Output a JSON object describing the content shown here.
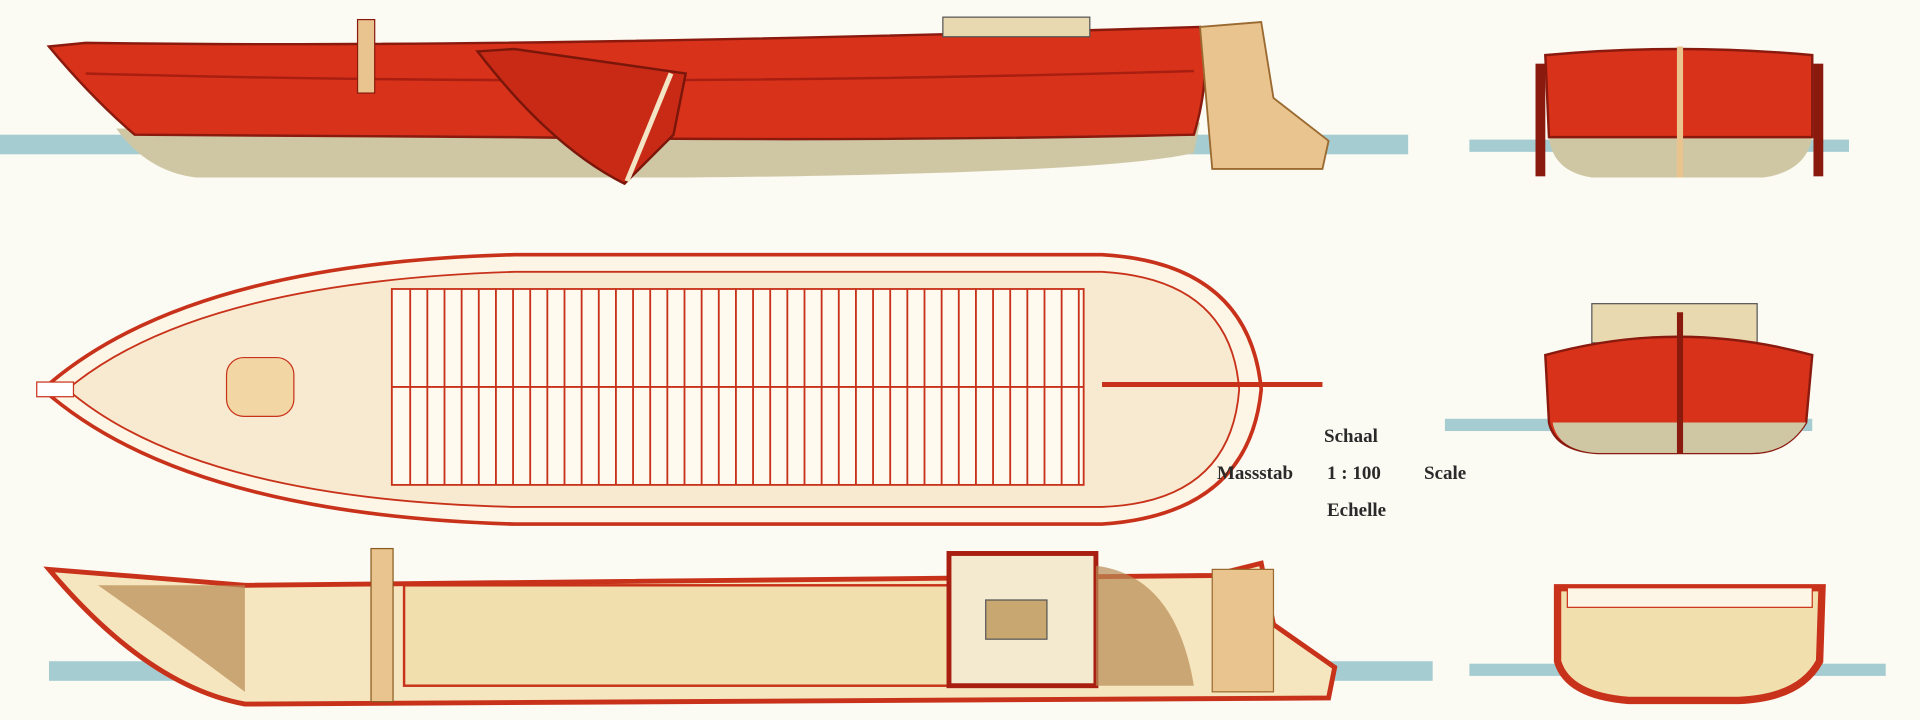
{
  "scale_legend": {
    "top": "Schaal",
    "left": "Massstab",
    "ratio": "1 : 100",
    "right": "Scale",
    "bottom": "Echelle"
  },
  "colors": {
    "hull_red": "#d8321a",
    "hull_dark": "#a81e10",
    "deck_cream": "#f6e6bf",
    "wood_tan": "#e9c48e",
    "water": "#5fa7b5",
    "underwater": "#cfc7a4",
    "background": "#fbfaf3"
  }
}
